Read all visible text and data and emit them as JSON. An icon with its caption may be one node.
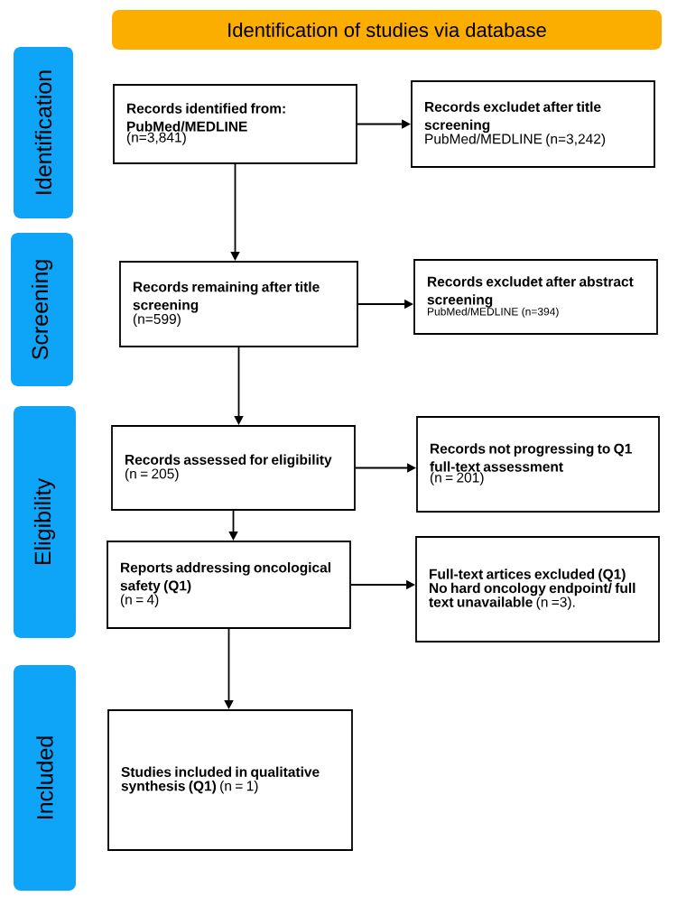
{
  "diagram": {
    "nodes": [
      {
        "text": [
          "Identification of studies via database"
        ]
      },
      {
        "text": [
          "Identification"
        ]
      },
      {
        "text": [
          "Screening"
        ]
      },
      {
        "text": [
          "Eligibility"
        ]
      },
      {
        "text": [
          "Included"
        ]
      },
      {
        "text": [
          "Records identified from: PubMed/MEDLINE",
          "(n=3,841)"
        ]
      },
      {
        "text": [
          "Records excludet after title screening",
          "PubMed/MEDLINE (n=3,242)"
        ]
      },
      {
        "text": [
          "Records remaining after title screening",
          "(n=599)"
        ]
      },
      {
        "text": [
          "Records excludet after abstract screening",
          "PubMed/MEDLINE (n=394)"
        ]
      },
      {
        "text": [
          "**Records assessed for eligibility** (n = 205)"
        ]
      },
      {
        "text": [
          "Records not progressing to Q1 full-text assessment",
          "(n = 201)"
        ]
      },
      {
        "text": [
          "Reports addressing oncological safety (Q1)",
          "(n = 4)"
        ]
      },
      {
        "text": [
          "**Full-text artices excluded (Q1) No hard oncology endpoint/ full text unavailable** (n =3)."
        ]
      },
      {
        "text": [
          "**Studies included in qualitative synthesis (Q1)** (n = 1)"
        ]
      }
    ],
    "edges": [
      {
        "from": 5,
        "to": 6,
        "arrow": "to"
      },
      {
        "from": 5,
        "to": 7,
        "arrow": "to"
      },
      {
        "from": 7,
        "to": 8,
        "arrow": "to"
      },
      {
        "from": 7,
        "to": 9,
        "arrow": "to"
      },
      {
        "from": 9,
        "to": 10,
        "arrow": "to"
      },
      {
        "from": 9,
        "to": 11,
        "arrow": "to"
      },
      {
        "from": 11,
        "to": 12,
        "arrow": "to"
      },
      {
        "from": 11,
        "to": 13,
        "arrow": "to"
      }
    ]
  }
}
